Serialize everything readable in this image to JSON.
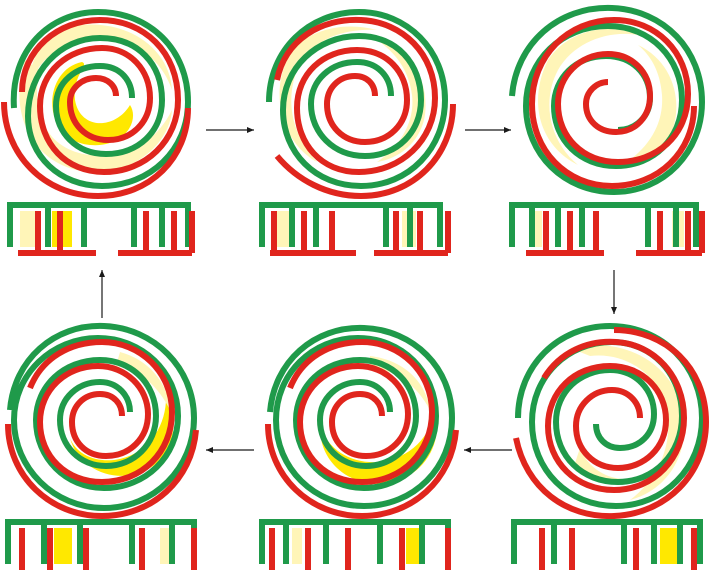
{
  "title": "",
  "colors": {
    "green": "#1f9a4a",
    "red": "#e0251d",
    "light_pocket": "#fff5b8",
    "dark_pocket": "#ffe800",
    "arrow": "#1a1a1a",
    "background": "#ffffff"
  },
  "panels": [
    {
      "id": "stage-1",
      "description_visible": false
    },
    {
      "id": "stage-2",
      "description_visible": false
    },
    {
      "id": "stage-3",
      "description_visible": false
    },
    {
      "id": "stage-4",
      "description_visible": false
    },
    {
      "id": "stage-5",
      "description_visible": false
    },
    {
      "id": "stage-6",
      "description_visible": false
    }
  ]
}
